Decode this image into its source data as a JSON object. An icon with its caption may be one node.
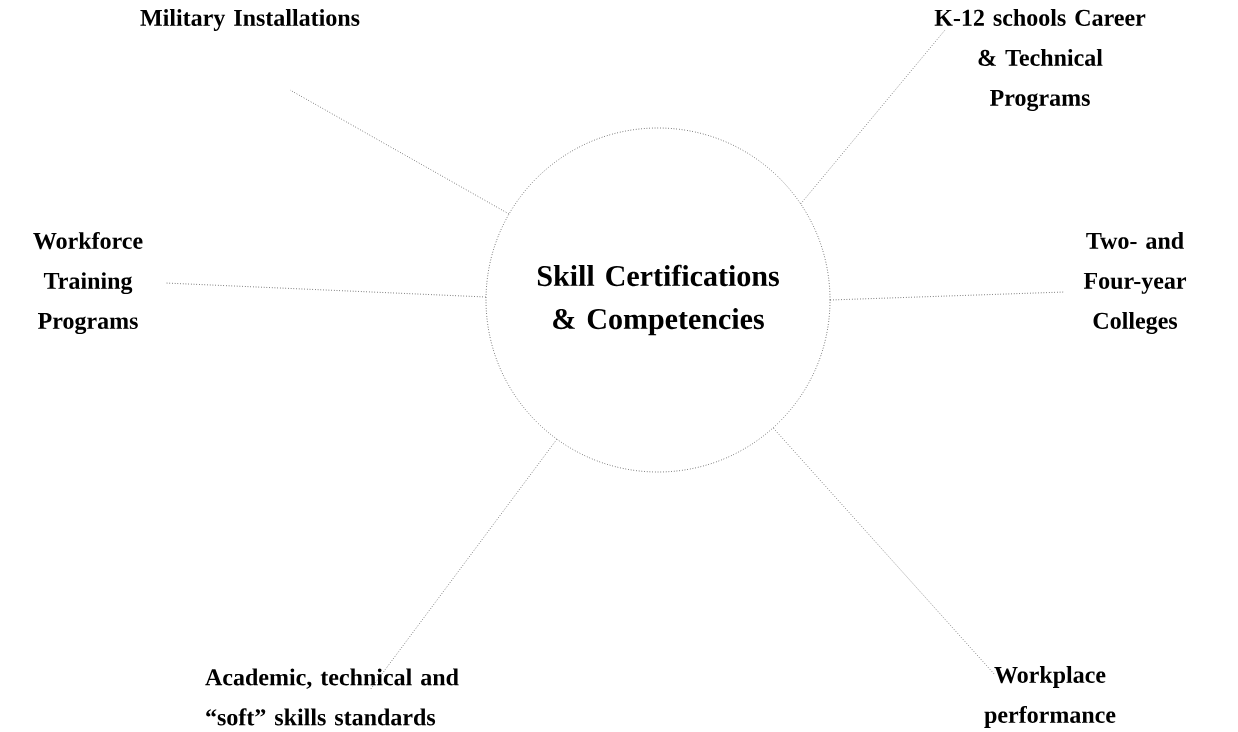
{
  "diagram": {
    "nodes": [
      {
        "text": [
          "Skill Certifications & Competencies"
        ]
      },
      {
        "text": [
          "Military Installations"
        ]
      },
      {
        "text": [
          "K-12 schools Career & Technical Programs"
        ]
      },
      {
        "text": [
          "Workforce Training Programs"
        ]
      },
      {
        "text": [
          "Two- and Four-year Colleges"
        ]
      },
      {
        "text": [
          "Academic, technical and “soft” skills standards"
        ]
      },
      {
        "text": [
          "Workplace performance"
        ]
      }
    ],
    "edges": [
      {
        "from": 0,
        "to": 1,
        "arrow": "none"
      },
      {
        "from": 0,
        "to": 2,
        "arrow": "none"
      },
      {
        "from": 0,
        "to": 3,
        "arrow": "none"
      },
      {
        "from": 0,
        "to": 4,
        "arrow": "none"
      },
      {
        "from": 0,
        "to": 5,
        "arrow": "none"
      },
      {
        "from": 0,
        "to": 6,
        "arrow": "none"
      }
    ]
  }
}
